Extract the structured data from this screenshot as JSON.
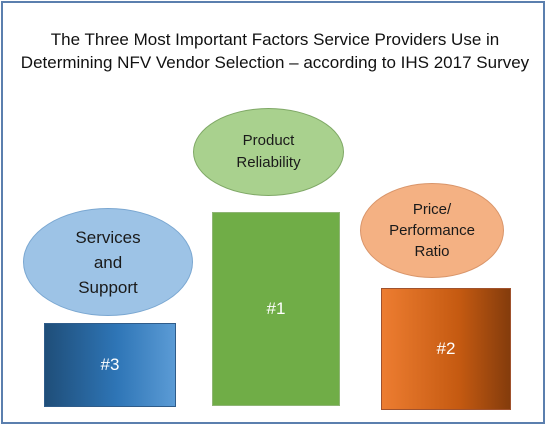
{
  "title": {
    "line1": "The Three Most Important Factors Service Providers Use in",
    "line2": "Determining NFV Vendor Selection – according to IHS 2017 Survey"
  },
  "factors": [
    {
      "rank": "#1",
      "label_lines": [
        "Product",
        "Reliability"
      ]
    },
    {
      "rank": "#2",
      "label_lines": [
        "Price/",
        "Performance",
        "Ratio"
      ]
    },
    {
      "rank": "#3",
      "label_lines": [
        "Services",
        "and",
        "Support"
      ]
    }
  ],
  "colors": {
    "border": "#5b7fae",
    "product_ellipse": "#a9d18e",
    "product_bar": "#70ad47",
    "price_ellipse": "#f4b183",
    "price_bar": "#ed7d31",
    "services_ellipse": "#9dc3e6",
    "services_bar": "#2e75b6"
  }
}
